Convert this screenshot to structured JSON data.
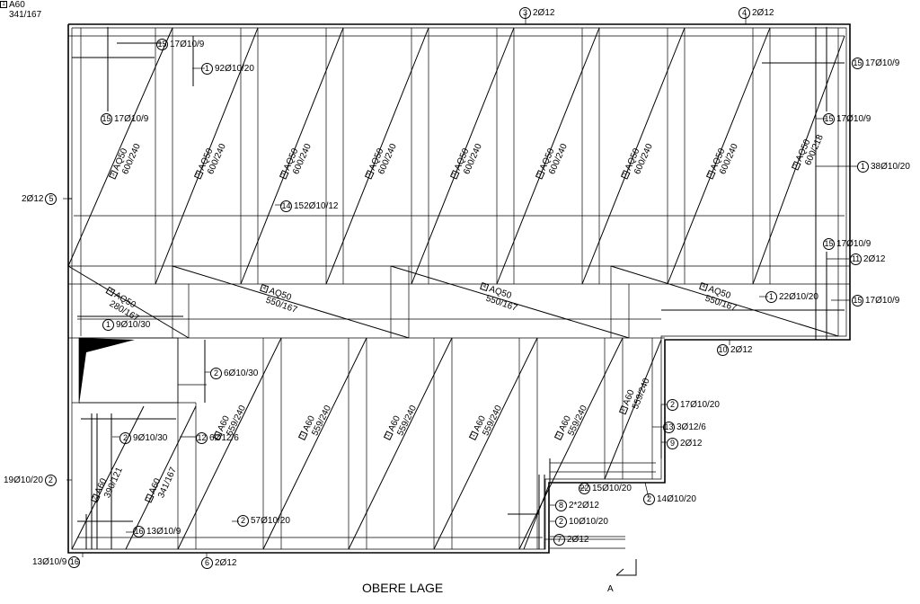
{
  "title": "OBERE LAGE",
  "section_mark": "A",
  "top_labels": [
    {
      "num": "3",
      "text": "2Ø12"
    },
    {
      "num": "4",
      "text": "2Ø12"
    }
  ],
  "markers": [
    {
      "num": "15",
      "text": "17Ø10/9",
      "side": "r"
    },
    {
      "num": "1",
      "text": "92Ø10/20",
      "side": "r"
    },
    {
      "num": "15",
      "text": "17Ø10/9",
      "side": "r"
    },
    {
      "num": "15",
      "text": "17Ø10/9",
      "side": "r"
    },
    {
      "num": "15",
      "text": "17Ø10/9",
      "side": "r"
    },
    {
      "num": "1",
      "text": "38Ø10/20",
      "side": "r"
    },
    {
      "num": "5",
      "text": "2Ø12",
      "side": "l"
    },
    {
      "num": "14",
      "text": "152Ø10/12",
      "side": "r"
    },
    {
      "num": "15",
      "text": "17Ø10/9",
      "side": "r"
    },
    {
      "num": "11",
      "text": "2Ø12",
      "side": "r"
    },
    {
      "num": "15",
      "text": "17Ø10/9",
      "side": "r"
    },
    {
      "num": "1",
      "text": "22Ø10/20",
      "side": "r"
    },
    {
      "num": "1",
      "text": "9Ø10/30",
      "side": "r"
    },
    {
      "num": "10",
      "text": "2Ø12",
      "side": "r"
    },
    {
      "num": "2",
      "text": "6Ø10/30",
      "side": "r"
    },
    {
      "num": "2",
      "text": "17Ø10/20",
      "side": "r"
    },
    {
      "num": "13",
      "text": "3Ø12/6",
      "side": "r"
    },
    {
      "num": "9",
      "text": "2Ø12",
      "side": "r"
    },
    {
      "num": "2",
      "text": "9Ø10/30",
      "side": "r"
    },
    {
      "num": "12",
      "text": "6Ø12/6",
      "side": "r"
    },
    {
      "num": "2",
      "text": "19Ø10/20",
      "side": "l"
    },
    {
      "num": "22",
      "text": "15Ø10/20",
      "side": "r"
    },
    {
      "num": "2",
      "text": "14Ø10/20",
      "side": "r"
    },
    {
      "num": "8",
      "text": "2*2Ø12",
      "side": "r"
    },
    {
      "num": "2",
      "text": "57Ø10/20",
      "side": "r"
    },
    {
      "num": "2",
      "text": "10Ø10/20",
      "side": "r"
    },
    {
      "num": "16",
      "text": "13Ø10/9",
      "side": "r"
    },
    {
      "num": "7",
      "text": "2Ø12",
      "side": "r"
    },
    {
      "num": "16",
      "text": "13Ø10/9",
      "side": "l"
    },
    {
      "num": "6",
      "text": "2Ø12",
      "side": "r"
    }
  ],
  "mats": [
    {
      "sym": "3",
      "type": "AQ50",
      "size": "600/240"
    },
    {
      "sym": "3",
      "type": "AQ50",
      "size": "600/240"
    },
    {
      "sym": "3",
      "type": "AQ50",
      "size": "600/240"
    },
    {
      "sym": "3",
      "type": "AQ50",
      "size": "600/240"
    },
    {
      "sym": "3",
      "type": "AQ50",
      "size": "600/240"
    },
    {
      "sym": "3",
      "type": "AQ50",
      "size": "600/240"
    },
    {
      "sym": "3",
      "type": "AQ50",
      "size": "600/240"
    },
    {
      "sym": "3",
      "type": "AQ50",
      "size": "600/240"
    },
    {
      "sym": "3",
      "type": "AQ50",
      "size": "600/218"
    },
    {
      "sym": "4",
      "type": "AQ50",
      "size": "280/167"
    },
    {
      "sym": "4",
      "type": "AQ50",
      "size": "550/167"
    },
    {
      "sym": "4",
      "type": "AQ50",
      "size": "550/167"
    },
    {
      "sym": "4",
      "type": "AQ50",
      "size": "550/167"
    },
    {
      "sym": "1",
      "type": "A60",
      "size": "559/240"
    },
    {
      "sym": "1",
      "type": "A60",
      "size": "559/240"
    },
    {
      "sym": "1",
      "type": "A60",
      "size": "559/240"
    },
    {
      "sym": "1",
      "type": "A60",
      "size": "559/240"
    },
    {
      "sym": "1",
      "type": "A60",
      "size": "559/240"
    },
    {
      "sym": "1",
      "type": "A60",
      "size": "559/240"
    },
    {
      "sym": "2",
      "type": "A60",
      "size": "390/121"
    },
    {
      "sym": "1",
      "type": "A60",
      "size": "341/167"
    },
    {
      "sym": "1",
      "type": "A60",
      "size": "341/167"
    }
  ]
}
